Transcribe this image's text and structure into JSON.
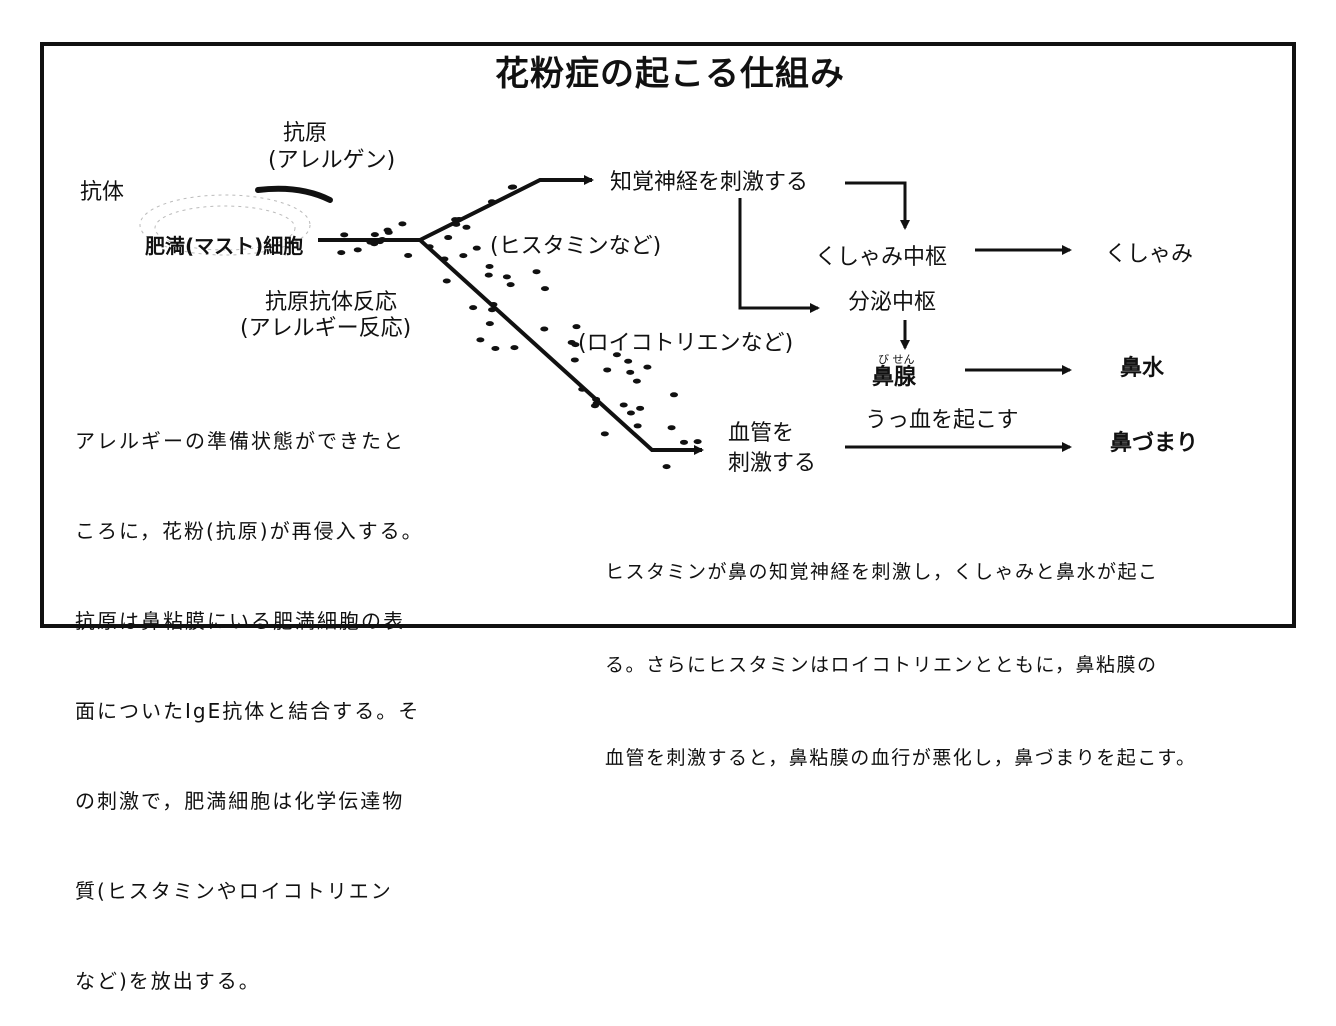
{
  "title": "花粉症の起こる仕組み",
  "labels": {
    "antigen": "抗原",
    "allergen": "(アレルゲン)",
    "antibody": "抗体",
    "mast_cell": "肥満(マスト)細胞",
    "reaction": "抗原抗体反応",
    "allergic_reaction": "(アレルギー反応)",
    "sensory_nerve": "知覚神経を刺激する",
    "histamine": "(ヒスタミンなど)",
    "leukotriene": "(ロイコトリエンなど)",
    "sneeze_center": "くしゃみ中枢",
    "sneeze": "くしゃみ",
    "secretion_center": "分泌中枢",
    "nasal_gland_ruby": "び せん",
    "nasal_gland": "鼻腺",
    "runny_nose": "鼻水",
    "blood_vessel_1": "血管を",
    "blood_vessel_2": "刺激する",
    "congestion_cause": "うっ血を起こす",
    "stuffy_nose": "鼻づまり"
  },
  "left_paragraph": [
    "アレルギーの準備状態ができたと",
    "ころに，花粉(抗原)が再侵入する。",
    "抗原は鼻粘膜にいる肥満細胞の表",
    "面についたIgE抗体と結合する。そ",
    "の刺激で，肥満細胞は化学伝達物",
    "質(ヒスタミンやロイコトリエン",
    "など)を放出する。"
  ],
  "right_paragraph": [
    "ヒスタミンが鼻の知覚神経を刺激し，くしゃみと鼻水が起こ",
    "る。さらにヒスタミンはロイコトリエンとともに，鼻粘膜の",
    "血管を刺激すると，鼻粘膜の血行が悪化し，鼻づまりを起こす。"
  ]
}
